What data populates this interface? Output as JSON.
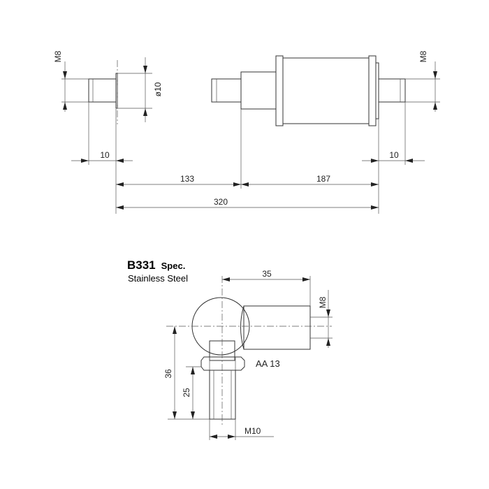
{
  "diagram": {
    "top_view": {
      "dims": {
        "m8_left": "M8",
        "dia10": "ø10",
        "m8_right": "M8",
        "len10_left": "10",
        "len10_right": "10",
        "len133": "133",
        "len187": "187",
        "len320": "320"
      }
    },
    "ball_joint": {
      "code": "B331",
      "spec": "Spec.",
      "material": "Stainless Steel",
      "dims": {
        "len35": "35",
        "m8": "M8",
        "aa13": "AA 13",
        "len36": "36",
        "len25": "25",
        "m10": "M10"
      }
    },
    "colors": {
      "line": "#333333",
      "text": "#222222",
      "body_gradient_dark": "#8a8a8a",
      "body_gradient_light": "#ffffff"
    }
  }
}
